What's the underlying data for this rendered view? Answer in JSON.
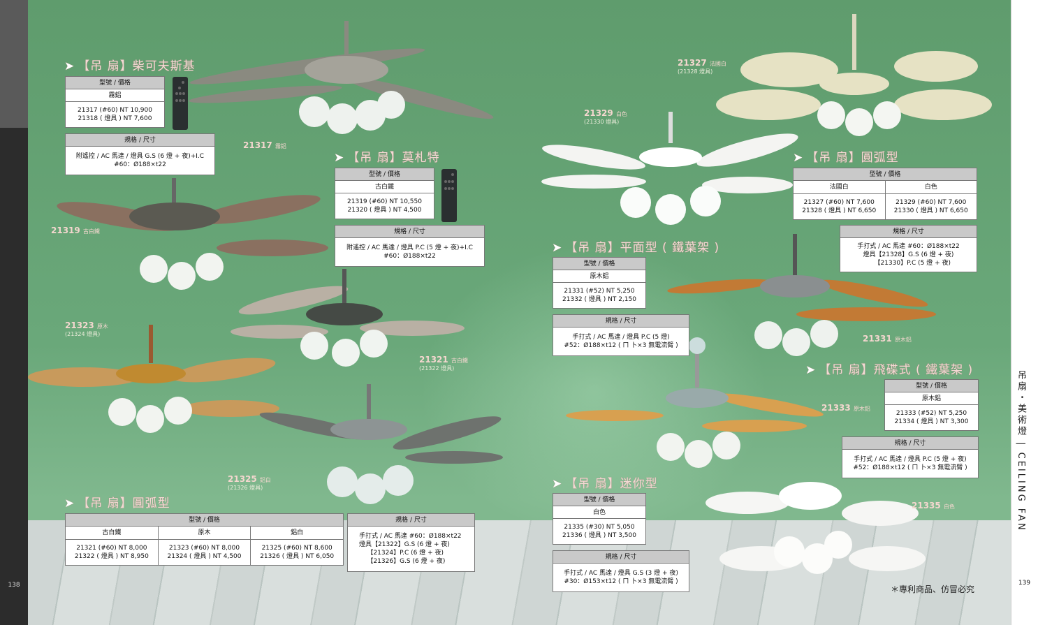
{
  "pages": {
    "left": "138",
    "right": "139"
  },
  "side_label": "吊扇・美術燈 | CEILING FAN",
  "footnote": "＊專利商品、仿冒必究",
  "common": {
    "hd_model": "型號 / 價格",
    "hd_spec": "規格 / 尺寸",
    "arrow": "➤"
  },
  "sections": [
    {
      "title": "【吊 扇】柴可夫斯基",
      "finishes": [
        "霧鋁"
      ],
      "prices": [
        "21317 (#60) NT 10,900\n21318 ( 燈具 ) NT 7,600"
      ],
      "spec": "附遙控 / AC 馬達 / 燈具 G.S (6 燈 + 夜)+I.C\n#60：Ø188×t22"
    },
    {
      "title": "【吊 扇】莫札特",
      "finishes": [
        "古白鐵"
      ],
      "prices": [
        "21319 (#60) NT 10,550\n21320 ( 燈具 ) NT 4,500"
      ],
      "spec": "附遙控 / AC 馬達 / 燈具 P.C (5 燈 + 夜)+I.C\n#60：Ø188×t22"
    },
    {
      "title": "【吊 扇】圓弧型",
      "finishes": [
        "古白鐵",
        "原木",
        "鋁白"
      ],
      "prices": [
        "21321 (#60) NT 8,000\n21322 ( 燈具 ) NT 8,950",
        "21323 (#60) NT 8,000\n21324 ( 燈具 ) NT 4,500",
        "21325 (#60) NT 8,600\n21326 ( 燈具 ) NT 6,050"
      ],
      "spec": "手打式 / AC 馬達 #60：Ø188×t22\n燈具【21322】G.S (6 燈 + 夜)\n    【21324】P.C (6 燈 + 夜)\n    【21326】G.S (6 燈 + 夜)"
    },
    {
      "title": "【吊 扇】平面型 ( 鐵葉架 )",
      "finishes": [
        "原木鋁"
      ],
      "prices": [
        "21331 (#52) NT 5,250\n21332 ( 燈具 ) NT 2,150"
      ],
      "spec": "手打式 / AC 馬達 / 燈具 P.C (5 燈)\n#52：Ø188×t12 ( ㄇ 卜×3 無電流臂 )"
    },
    {
      "title": "【吊 扇】圓弧型",
      "finishes": [
        "法國白",
        "白色"
      ],
      "prices": [
        "21327 (#60) NT 7,600\n21328 ( 燈具 ) NT 6,650",
        "21329 (#60) NT 7,600\n21330 ( 燈具 ) NT 6,650"
      ],
      "spec": "手打式 / AC 馬達 #60：Ø188×t22\n燈具【21328】G.S (6 燈 + 夜)\n    【21330】P.C (5 燈 + 夜)"
    },
    {
      "title": "【吊 扇】飛碟式 ( 鐵葉架 )",
      "finishes": [
        "原木鋁"
      ],
      "prices": [
        "21333 (#52) NT 5,250\n21334 ( 燈具 ) NT 3,300"
      ],
      "spec": "手打式 / AC 馬達 / 燈具 P.C (5 燈 + 夜)\n#52：Ø188×t12 ( ㄇ 卜×3 無電流臂 )"
    },
    {
      "title": "【吊 扇】迷你型",
      "finishes": [
        "白色"
      ],
      "prices": [
        "21335 (#30) NT 5,050\n21336 ( 燈具 ) NT 3,500"
      ],
      "spec": "手打式 / AC 馬達 / 燈具 G.S (3 燈 + 夜)\n#30：Ø153×t12 ( ㄇ 卜×3 無電流臂 )"
    }
  ],
  "product_labels": [
    {
      "code": "21317",
      "finish": "霧鋁",
      "sub": ""
    },
    {
      "code": "21319",
      "finish": "古白鐵",
      "sub": ""
    },
    {
      "code": "21323",
      "finish": "原木",
      "sub": "(21324 燈具)"
    },
    {
      "code": "21321",
      "finish": "古白鐵",
      "sub": "(21322 燈具)"
    },
    {
      "code": "21325",
      "finish": "鋁白",
      "sub": "(21326 燈具)"
    },
    {
      "code": "21327",
      "finish": "法國白",
      "sub": "(21328 燈具)"
    },
    {
      "code": "21329",
      "finish": "白色",
      "sub": "(21330 燈具)"
    },
    {
      "code": "21331",
      "finish": "原木鋁",
      "sub": ""
    },
    {
      "code": "21333",
      "finish": "原木鋁",
      "sub": ""
    },
    {
      "code": "21335",
      "finish": "白色",
      "sub": ""
    }
  ],
  "colors": {
    "wall": "#6aa87a",
    "title": "#f3d9d4",
    "table_header": "#c9c9c9"
  }
}
